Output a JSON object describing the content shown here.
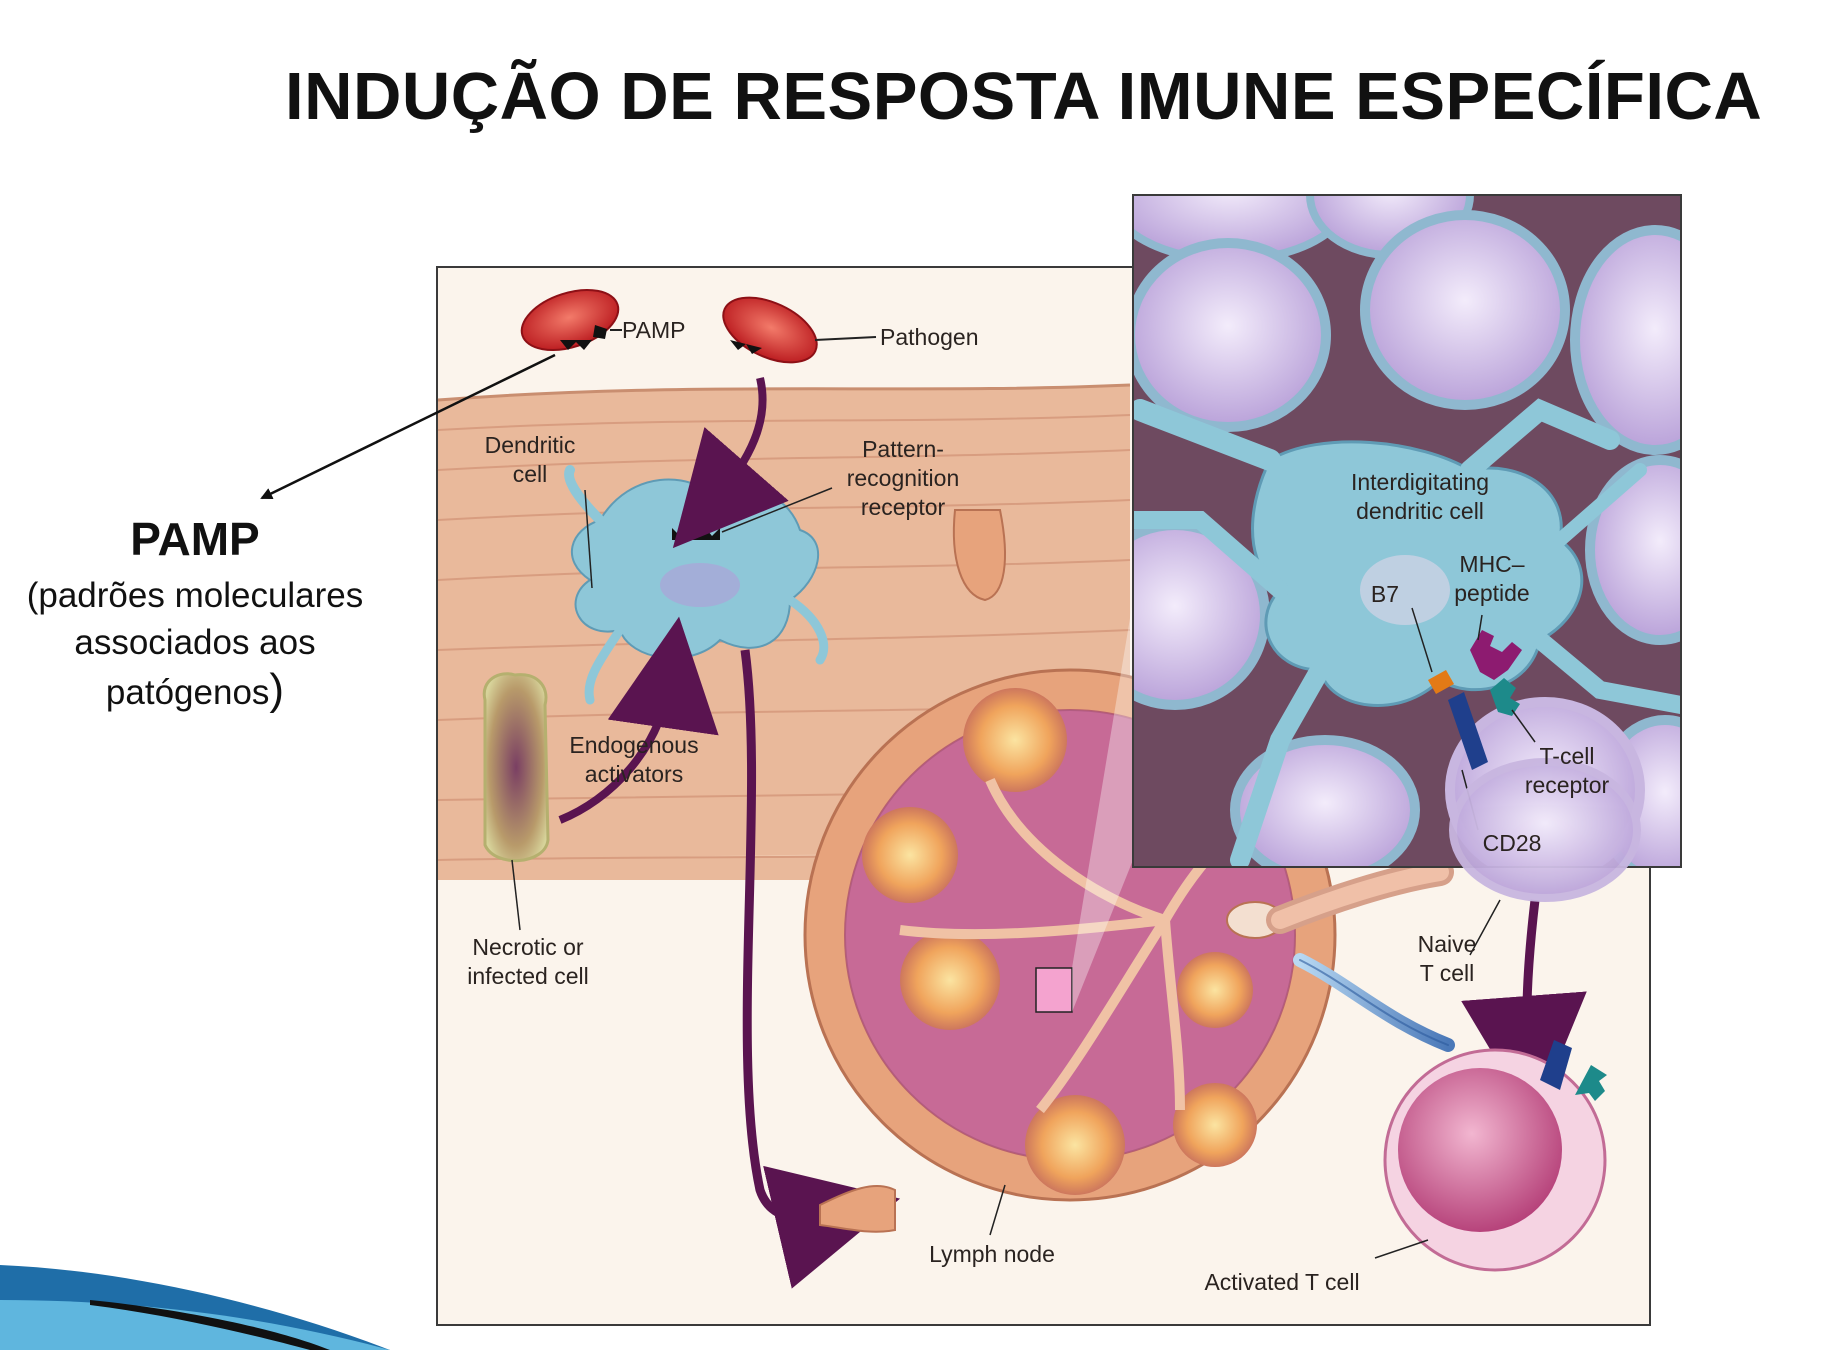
{
  "slide": {
    "title": "INDUÇÃO DE RESPOSTA IMUNE ESPECÍFICA",
    "pamp_heading": "PAMP",
    "pamp_desc_line1": "(padrões moleculares",
    "pamp_desc_line2": "associados aos",
    "pamp_desc_line3": "patógenos",
    "pamp_desc_close": ")"
  },
  "diagram": {
    "labels": {
      "pamp": "PAMP",
      "pathogen": "Pathogen",
      "dendritic_1": "Dendritic",
      "dendritic_2": "cell",
      "prr_1": "Pattern-",
      "prr_2": "recognition",
      "prr_3": "receptor",
      "endogenous_1": "Endogenous",
      "endogenous_2": "activators",
      "necrotic_1": "Necrotic or",
      "necrotic_2": "infected cell",
      "lymph_node": "Lymph node",
      "activated_t": "Activated T cell",
      "naive_1": "Naive",
      "naive_2": "T cell",
      "interdig_1": "Interdigitating",
      "interdig_2": "dendritic cell",
      "b7": "B7",
      "mhc_1": "MHC–",
      "mhc_2": "peptide",
      "tcr_1": "T-cell",
      "tcr_2": "receptor",
      "cd28": "CD28"
    },
    "colors": {
      "pathogen": "#d42a25",
      "arrow": "#5a1450",
      "dendritic_cell": "#8ec7d8",
      "skin": "#e9b99b",
      "lymph_node": "#e7a37c",
      "lymphocyte": "#cdb6e3",
      "activated_t_cell": "#c1467d"
    }
  }
}
